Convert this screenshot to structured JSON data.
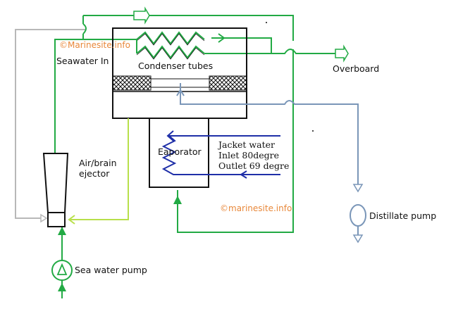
{
  "diagram": {
    "watermark_top": "©Marinesite.info",
    "watermark_bottom": "©marinesite.info",
    "labels": {
      "seawater_in": "Seawater In",
      "condenser_tubes": "Condenser tubes",
      "overboard": "Overboard",
      "evaporator": "Eaporator",
      "jacket_water_1": "Jacket water",
      "jacket_water_2": "Inlet 80degre",
      "jacket_water_3": "Outlet 69 degre",
      "ejector_1": "Air/brain",
      "ejector_2": "ejector",
      "distillate_pump": "Distillate pump",
      "sea_water_pump": "Sea water pump"
    },
    "colors": {
      "seawater": "#22aa44",
      "brine": "#b8e04a",
      "jacket_water": "#1f2fa8",
      "distillate": "#7a96b8",
      "air_line": "#b8b8b8",
      "outline": "#111111",
      "watermark": "#e8883a"
    }
  }
}
